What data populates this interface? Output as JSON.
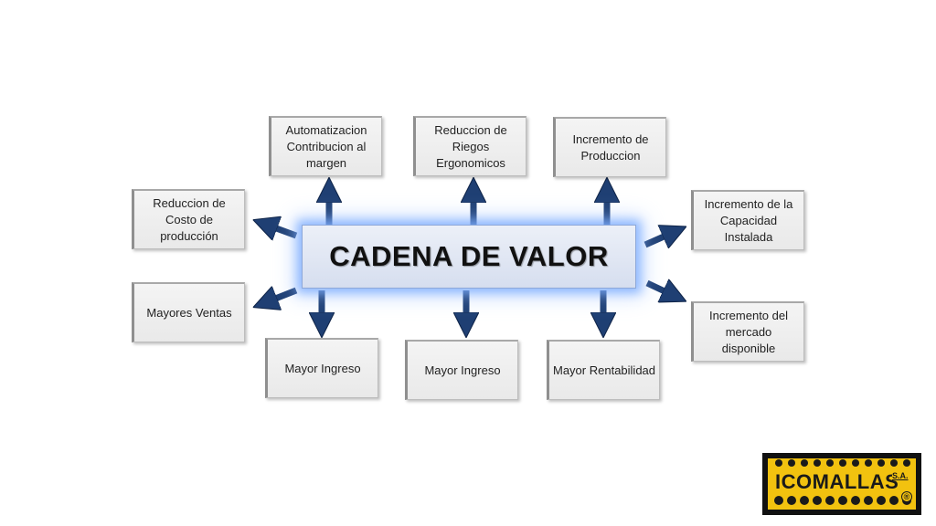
{
  "center": {
    "title": "CADENA DE VALOR"
  },
  "boxes": {
    "automatizacion": "Automatizacion Contribucion al margen",
    "riegos": "Reduccion de Riegos Ergonomicos",
    "produccion": "Incremento de Produccion",
    "costo": "Reduccion de Costo de producción",
    "capacidad": "Incremento de la Capacidad Instalada",
    "ventas": "Mayores Ventas",
    "mercado": "Incremento del mercado disponible",
    "ingreso1": "Mayor Ingreso",
    "ingreso2": "Mayor Ingreso",
    "rentabilidad": "Mayor Rentabilidad"
  },
  "logo": {
    "name": "ICOMALLAS",
    "suffix": "S.A.",
    "mark": "®"
  },
  "colors": {
    "arrow": "#1f3f73",
    "center_glow": "#78aaff",
    "logo_bg": "#f2c20f"
  }
}
